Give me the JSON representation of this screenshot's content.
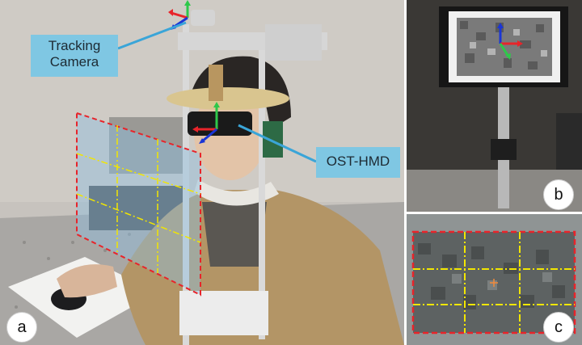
{
  "callouts": {
    "tracking_camera": "Tracking\nCamera",
    "ost_hmd": "OST-HMD"
  },
  "panel_labels": {
    "a": "a",
    "b": "b",
    "c": "c"
  },
  "colors": {
    "frame_dashed": "#e8242a",
    "grid_dashed": "#f2e600",
    "axis_x": "#e8242a",
    "axis_y": "#2ec84a",
    "axis_z": "#1a35d6",
    "callout_fill": "#7fc7e3",
    "scene_background": "#bfbbb6",
    "table_surface": "#a8a6a3"
  },
  "icons": {
    "axes_glyph": "coordinate-axes-icon",
    "camera": "tracking-camera-icon",
    "hmd": "ost-hmd-icon"
  }
}
